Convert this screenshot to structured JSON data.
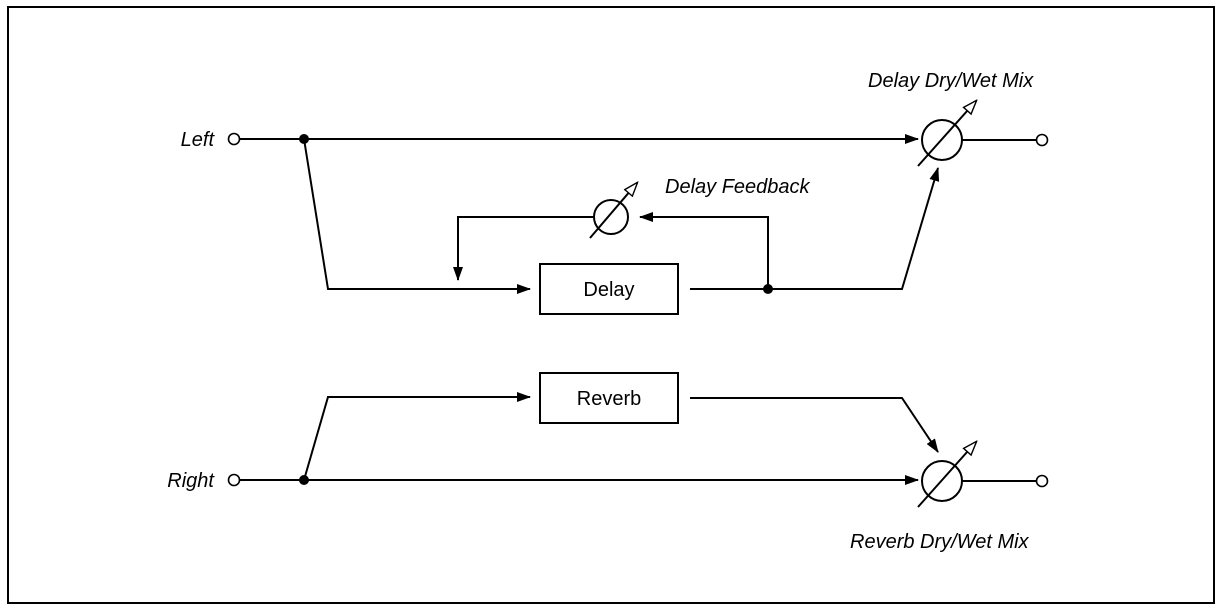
{
  "diagram": {
    "inputs": {
      "left": "Left",
      "right": "Right"
    },
    "blocks": {
      "delay": "Delay",
      "reverb": "Reverb"
    },
    "controls": {
      "delay_feedback": "Delay Feedback",
      "delay_mix": "Delay Dry/Wet Mix",
      "reverb_mix": "Reverb Dry/Wet Mix"
    }
  }
}
